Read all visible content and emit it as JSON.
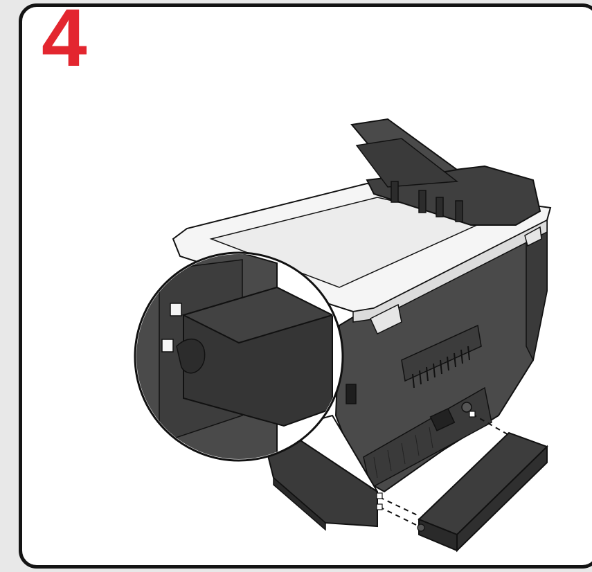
{
  "step": {
    "number": "4"
  },
  "colors": {
    "page_background": "#e8e8e8",
    "panel_background": "#ffffff",
    "panel_border": "#141414",
    "step_number": "#e3262f",
    "device_body": "#4a4a4a",
    "device_dark": "#353535",
    "device_lid": "#f2f2f2",
    "power_supply": "#3d3d3d"
  },
  "illustration": {
    "device": "multifunction-printer-rear-view",
    "accessory": "external-power-supply-module",
    "callout": "magnified-connector-detail"
  }
}
